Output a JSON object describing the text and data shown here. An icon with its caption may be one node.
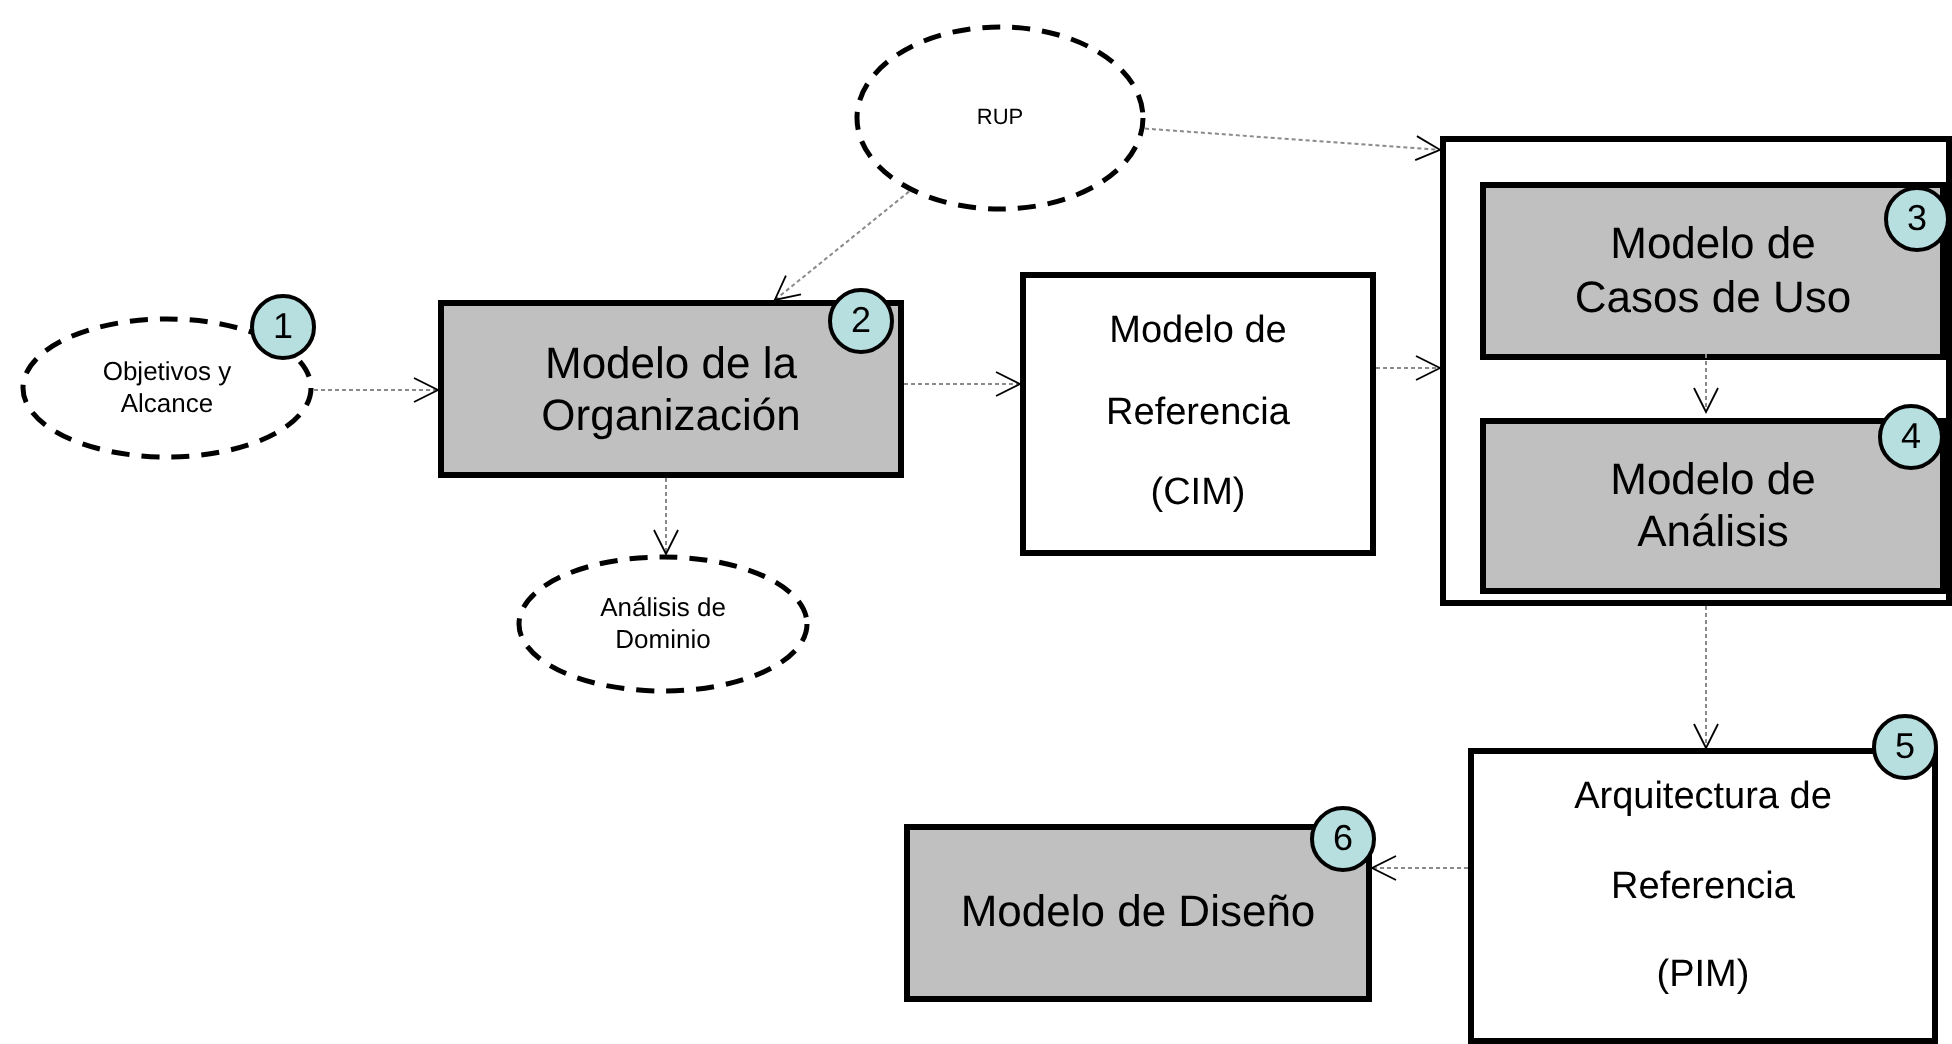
{
  "diagram": {
    "nodes": [
      {
        "text": [
          "RUP"
        ]
      },
      {
        "text": [
          "Objetivos y Alcance"
        ]
      },
      {
        "text": [
          "1"
        ]
      },
      {
        "text": [
          "Modelo de la Organización"
        ]
      },
      {
        "text": [
          "2"
        ]
      },
      {
        "text": [
          "Modelo de Referencia (CIM)"
        ]
      },
      {
        "text": [],
        "shape": "box"
      },
      {
        "text": [
          "Modelo de Casos de Uso"
        ],
        "in": 6
      },
      {
        "text": [
          "3"
        ],
        "in": 7
      },
      {
        "text": [
          "Modelo de Análisis"
        ],
        "in": 6
      },
      {
        "text": [
          "4"
        ],
        "in": 6
      },
      {
        "text": [
          "Análisis de Dominio"
        ]
      },
      {
        "text": [
          "Arquitectura de Referencia (PIM)"
        ]
      },
      {
        "text": [
          "5"
        ]
      },
      {
        "text": [
          "Modelo de Diseño"
        ]
      },
      {
        "text": [
          "6"
        ]
      }
    ],
    "edges": [
      {
        "from": 0,
        "to": 3,
        "arrow": "to"
      },
      {
        "from": 0,
        "to": 6,
        "arrow": "to"
      },
      {
        "from": 1,
        "to": 3,
        "arrow": "to"
      },
      {
        "from": 3,
        "to": 5,
        "arrow": "to"
      },
      {
        "from": 3,
        "to": 11,
        "arrow": "to"
      },
      {
        "from": 5,
        "to": 6,
        "arrow": "to"
      },
      {
        "from": 7,
        "to": 9,
        "arrow": "to"
      },
      {
        "from": 6,
        "to": 12,
        "arrow": "to"
      },
      {
        "from": 12,
        "to": 14,
        "arrow": "to"
      }
    ]
  }
}
